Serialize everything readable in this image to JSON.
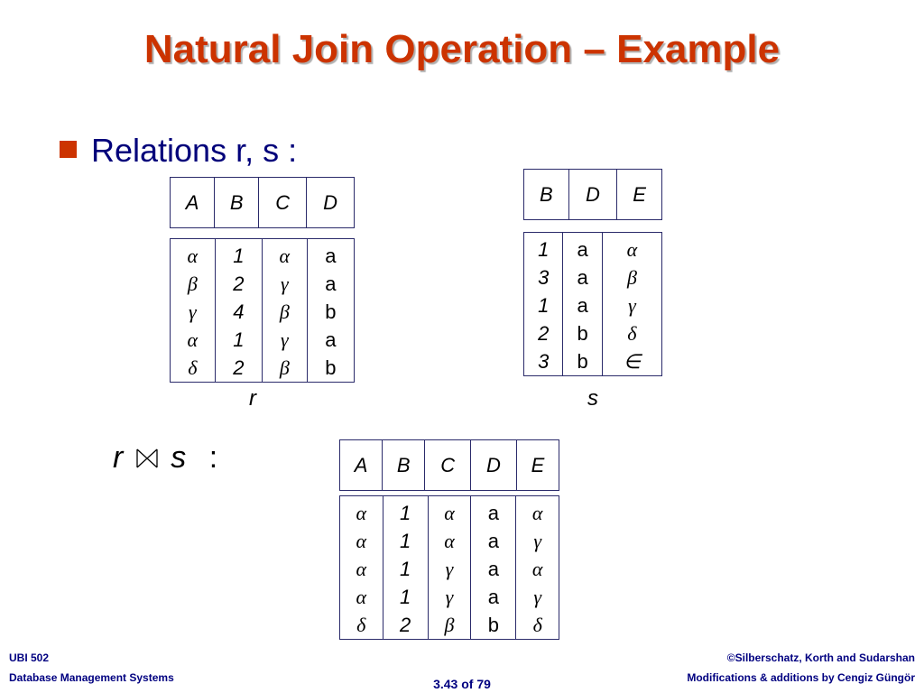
{
  "slide": {
    "title": "Natural Join Operation – Example",
    "bullet": "Relations r, s  :",
    "r_label": "r",
    "s_label": "s",
    "join": {
      "left": "r",
      "right": "s",
      "colon": ":"
    }
  },
  "r": {
    "headers": [
      "A",
      "B",
      "C",
      "D"
    ],
    "columns": [
      [
        "α",
        "β",
        "γ",
        "α",
        "δ"
      ],
      [
        "1",
        "2",
        "4",
        "1",
        "2"
      ],
      [
        "α",
        "γ",
        "β",
        "γ",
        "β"
      ],
      [
        "a",
        "a",
        "b",
        "a",
        "b"
      ]
    ]
  },
  "s": {
    "headers": [
      "B",
      "D",
      "E"
    ],
    "columns": [
      [
        "1",
        "3",
        "1",
        "2",
        "3"
      ],
      [
        "a",
        "a",
        "a",
        "b",
        "b"
      ],
      [
        "α",
        "β",
        "γ",
        "δ",
        "∈"
      ]
    ]
  },
  "result": {
    "headers": [
      "A",
      "B",
      "C",
      "D",
      "E"
    ],
    "columns": [
      [
        "α",
        "α",
        "α",
        "α",
        "δ"
      ],
      [
        "1",
        "1",
        "1",
        "1",
        "2"
      ],
      [
        "α",
        "α",
        "γ",
        "γ",
        "β"
      ],
      [
        "a",
        "a",
        "a",
        "a",
        "b"
      ],
      [
        "α",
        "γ",
        "α",
        "γ",
        "δ"
      ]
    ]
  },
  "footer": {
    "course": "UBI 502",
    "course_name": "Database Management Systems",
    "page": "3.43 of 79",
    "copyright": "©Silberschatz, Korth and Sudarshan",
    "modifications": "Modifications & additions by Cengiz Güngör"
  }
}
